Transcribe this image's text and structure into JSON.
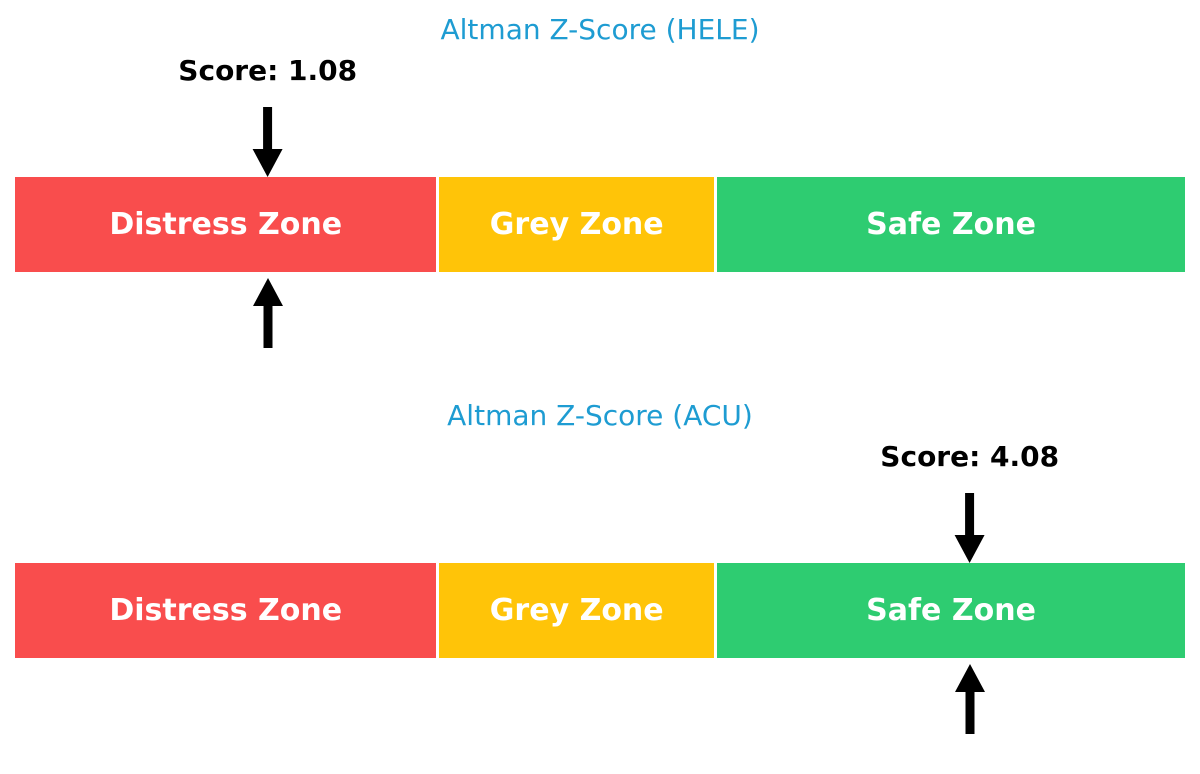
{
  "page": {
    "background": "#ffffff",
    "text_color": "#000000"
  },
  "chart_data": [
    {
      "type": "bar",
      "subtype": "zone-gauge",
      "title": "Altman Z-Score (HELE)",
      "title_color": "#1E9CD2",
      "score": 1.08,
      "score_label": "Score: 1.08",
      "axis_min": 0,
      "axis_max": 5,
      "marker_color": "#000000",
      "zones": [
        {
          "label": "Distress Zone",
          "from": 0,
          "to": 1.81,
          "color": "#F94D4D"
        },
        {
          "label": "Grey Zone",
          "from": 1.81,
          "to": 2.99,
          "color": "#FFC408"
        },
        {
          "label": "Safe Zone",
          "from": 2.99,
          "to": 5,
          "color": "#2ECC71"
        }
      ],
      "score_zone": "Distress Zone",
      "legend": "none",
      "grid": false
    },
    {
      "type": "bar",
      "subtype": "zone-gauge",
      "title": "Altman Z-Score (ACU)",
      "title_color": "#1E9CD2",
      "score": 4.08,
      "score_label": "Score: 4.08",
      "axis_min": 0,
      "axis_max": 5,
      "marker_color": "#000000",
      "zones": [
        {
          "label": "Distress Zone",
          "from": 0,
          "to": 1.81,
          "color": "#F94D4D"
        },
        {
          "label": "Grey Zone",
          "from": 1.81,
          "to": 2.99,
          "color": "#FFC408"
        },
        {
          "label": "Safe Zone",
          "from": 2.99,
          "to": 5,
          "color": "#2ECC71"
        }
      ],
      "score_zone": "Safe Zone",
      "legend": "none",
      "grid": false
    }
  ]
}
